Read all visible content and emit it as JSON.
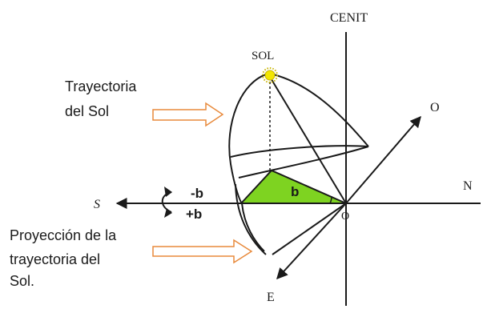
{
  "labels": {
    "cenit": "CENIT",
    "sol": "SOL",
    "oeste": "O",
    "norte": "N",
    "sur": "S",
    "este": "E",
    "origen": "O",
    "trayectoria_line1": "Trayectoria",
    "trayectoria_line2": "del Sol",
    "proyeccion_line1": "Proyección de la",
    "proyeccion_line2": "trayectoria del",
    "proyeccion_line3": "Sol.",
    "angle_b": "b",
    "minus_b": "-b",
    "plus_b": "+b"
  },
  "colors": {
    "line": "#1a1a1a",
    "sun_fill": "#f2e600",
    "sun_ring": "#c8b400",
    "triangle_fill": "#7ed321",
    "arrow_outline": "#e88a3c",
    "arrow_fill": "#ffffff"
  }
}
